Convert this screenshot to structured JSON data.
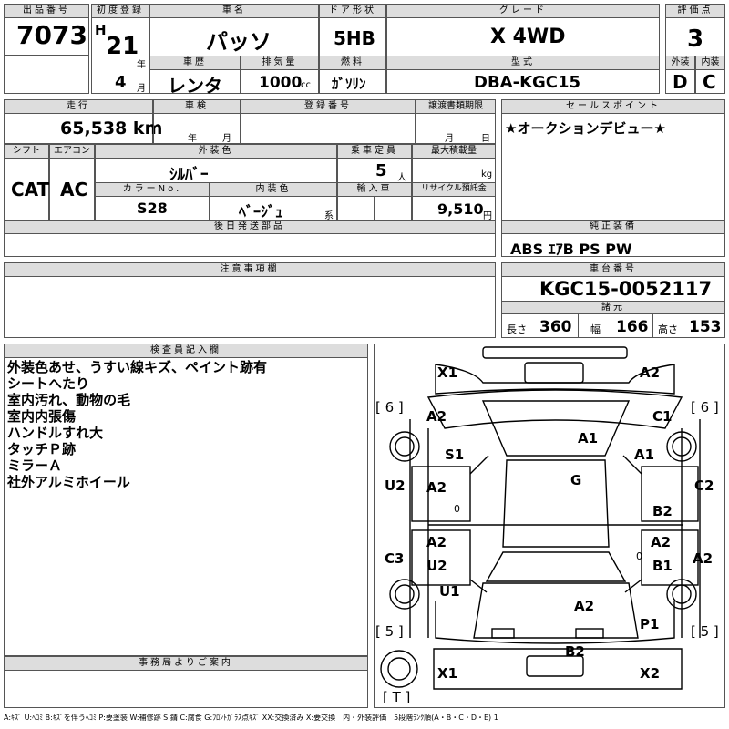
{
  "header": {
    "lot_label": "出品番号",
    "lot": "7073",
    "first_reg_label": "初度登録",
    "era": "H",
    "year": "21",
    "year_unit": "年",
    "month": "4",
    "month_unit": "月",
    "name_label": "車名",
    "name": "パッソ",
    "door_label": "ドア形状",
    "door": "5HB",
    "grade_label": "グレード",
    "grade": "X 4WD",
    "score_label": "評価点",
    "score": "3",
    "history_label": "車歴",
    "history": "レンタ",
    "displacement_label": "排気量",
    "displacement": "1000",
    "displacement_unit": "cc",
    "fuel_label": "燃料",
    "fuel": "ｶﾞｿﾘﾝ",
    "model_label": "型式",
    "model": "DBA-KGC15",
    "exterior_label": "外装",
    "exterior": "D",
    "interior_label": "内装",
    "interior": "C"
  },
  "row2": {
    "mileage_label": "走行",
    "mileage": "65,538 km",
    "inspection_label": "車検",
    "inspection_year": "年",
    "inspection_month": "月",
    "reg_label": "登録番号",
    "transfer_label": "譲渡書類期限",
    "transfer_month": "月",
    "transfer_day": "日",
    "salespoint_label": "セールスポイント",
    "salespoint": "★オークションデビュー★",
    "shift_label": "シフト",
    "shift": "CAT",
    "ac_label": "エアコン",
    "ac": "AC",
    "color_label": "外装色",
    "color": "ｼﾙﾊﾞｰ",
    "capacity_label": "乗車定員",
    "capacity": "5",
    "capacity_unit": "人",
    "load_label": "最大積載量",
    "load_unit": "kg",
    "colorno_label": "カラーNo.",
    "colorno": "S28",
    "int_color_label": "内装色",
    "int_color": "ﾍﾞｰｼﾞｭ",
    "int_color_unit": "系",
    "import_label": "輸入車",
    "recycle_label": "リサイクル預託金",
    "recycle": "9,510",
    "recycle_unit": "円"
  },
  "later_parts_label": "後日発送部品",
  "equipment": {
    "label": "純正装備",
    "value": "ABS ｴｱB PS PW"
  },
  "notes_label": "注意事項欄",
  "chassis": {
    "label": "車台番号",
    "value": "KGC15-0052117",
    "spec_label": "諸元",
    "length_label": "長さ",
    "length": "360",
    "width_label": "幅",
    "width": "166",
    "height_label": "高さ",
    "height": "153"
  },
  "inspector": {
    "label": "検査員記入欄",
    "lines": [
      "外装色あせ、うすい線キズ、ペイント跡有",
      "シートへたり",
      "室内汚れ、動物の毛",
      "室内内張傷",
      "ハンドルすれ大",
      "タッチＰ跡",
      "ミラーＡ",
      "社外アルミホイール"
    ]
  },
  "office_label": "事務局よりご案内",
  "diagram": {
    "labels": [
      "X1",
      "A2",
      "A2",
      "C1",
      "[ 6 ]",
      "[ 6 ]",
      "A1",
      "S1",
      "A1",
      "U2",
      "G",
      "C2",
      "A2",
      "0",
      "B2",
      "A2",
      "A2",
      "C3",
      "U2",
      "0",
      "B1",
      "A2",
      "U1",
      "A2",
      "P1",
      "[ 5 ]",
      "[ 5 ]",
      "B2",
      "X1",
      "X2",
      "[ T ]"
    ]
  },
  "legend": "A:ｷｽﾞ U:ﾍｺﾐ B:ｷｽﾞを伴うﾍｺﾐ P:要塗装 W:補修跡 S:錆 C:腐食 G:ﾌﾛﾝﾄｶﾞﾗｽ点ｷｽﾞ XX:交換済み X:要交換　内・外装評価　5段階ﾗﾝｸ順(A・B・C・D・E) 1"
}
